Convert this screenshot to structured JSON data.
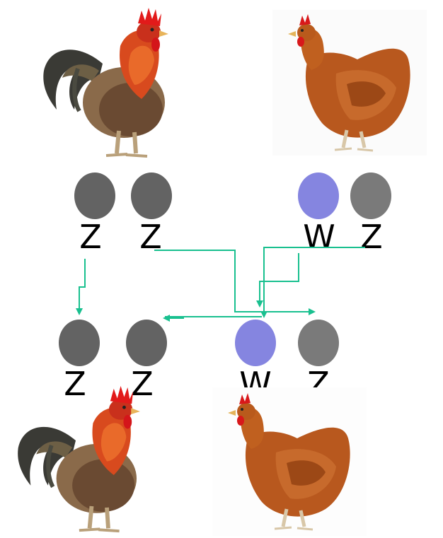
{
  "colors": {
    "z_chromosome": "#636363",
    "z_chromosome_light": "#7a7a7a",
    "w_chromosome": "#8585e0",
    "arrow": "#19c08f"
  },
  "parents": {
    "rooster": {
      "icon": "rooster-image",
      "chromosomes": [
        "Z",
        "Z"
      ]
    },
    "hen": {
      "icon": "hen-image",
      "chromosomes": [
        "W",
        "Z"
      ]
    }
  },
  "offspring": {
    "rooster": {
      "icon": "rooster-image",
      "chromosomes": [
        "Z",
        "Z"
      ]
    },
    "hen": {
      "icon": "hen-image",
      "chromosomes": [
        "W",
        "Z"
      ]
    }
  }
}
